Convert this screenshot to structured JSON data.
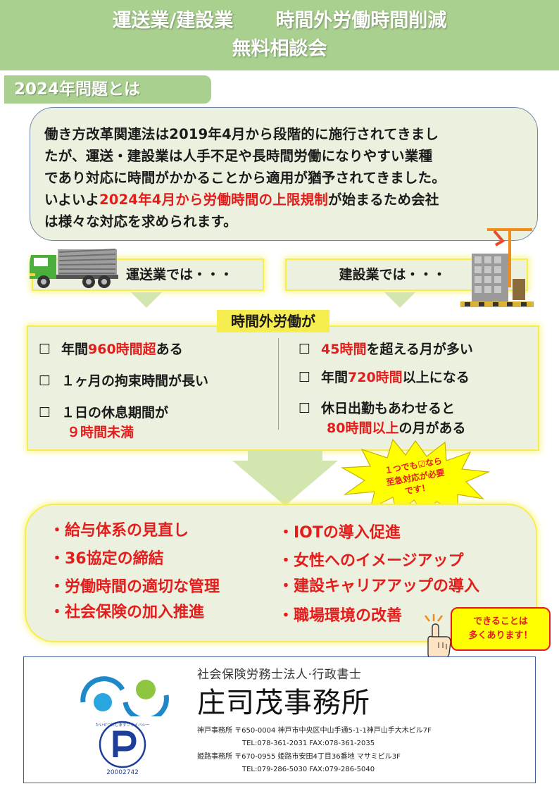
{
  "header": {
    "title_left": "運送業/建設業",
    "title_right": "時間外労働時間削減",
    "title_line2": "無料相談会"
  },
  "section": {
    "label": "2024年問題とは"
  },
  "intro": {
    "line1": "働き方改革関連法は2019年4月から段階的に施行されてきまし",
    "line2": "たが、運送・建設業は人手不足や長時間労働になりやすい業種",
    "line3": "であり対応に時間がかかることから適用が猶予されてきました。",
    "line4_pre": "いよいよ",
    "line4_red": "2024年4月から労働時間の上限規制",
    "line4_post": "が始まるため会社",
    "line5": "は様々な対応を求められます。"
  },
  "categories": {
    "transport": "運送業では・・・",
    "construction": "建設業では・・・"
  },
  "overtime_label": "時間外労働が",
  "checklist": {
    "box": "☐",
    "left": [
      {
        "pre": "年間",
        "red": "960時間超",
        "post": "ある"
      },
      {
        "pre": "１ヶ月の拘束時間が長い",
        "red": "",
        "post": ""
      },
      {
        "pre": "１日の休息期間が",
        "red2": "９時間未満"
      }
    ],
    "right": [
      {
        "pre": "",
        "red": "45時間",
        "post": "を超える月が多い"
      },
      {
        "pre": "年間",
        "red": "720時間",
        "post": "以上になる"
      },
      {
        "pre": "休日出勤もあわせると",
        "red2": "80時間以上",
        "post2": "の月がある"
      }
    ]
  },
  "starburst": {
    "line1": "１つでも☑なら",
    "line2": "至急対応が必要",
    "line3": "です！"
  },
  "actions": {
    "left": [
      "・給与体系の見直し",
      "・36協定の締結",
      "・労働時間の適切な管理",
      "・社会保険の加入推進"
    ],
    "right": [
      "・IOTの導入促進",
      "・女性へのイメージアップ",
      "・建設キャリアアップの導入",
      "・職場環境の改善"
    ]
  },
  "callout": {
    "line1": "できることは",
    "line2": "多くあります！"
  },
  "footer": {
    "subtitle": "社会保険労務士法人·行政書士",
    "name": "庄司茂事務所",
    "kobe_address": "神戸事務所 〒650-0004  神戸市中央区中山手通5-1-1神戸山手大木ビル7F",
    "kobe_phone": "TEL:078-361-2031   FAX:078-361-2035",
    "himeji_address": "姫路事務所 〒670-0955  姫路市安田4丁目36番地  マサミビル3F",
    "himeji_phone": "TEL:079-286-5030   FAX:079-286-5040",
    "privacy_text": "たいせつにしますプライバシー",
    "privacy_number": "20002742"
  },
  "colors": {
    "header_green": "#a9d08e",
    "panel_green": "#ebf1de",
    "highlight_yellow": "#f6ee4f",
    "accent_red": "#e51c1c",
    "border_blue": "#6b86a8"
  },
  "icons": [
    "truck-icon",
    "crane-building-icon",
    "starburst-icon",
    "pointing-hand-icon",
    "privacy-mark-icon",
    "company-logo-icon"
  ]
}
